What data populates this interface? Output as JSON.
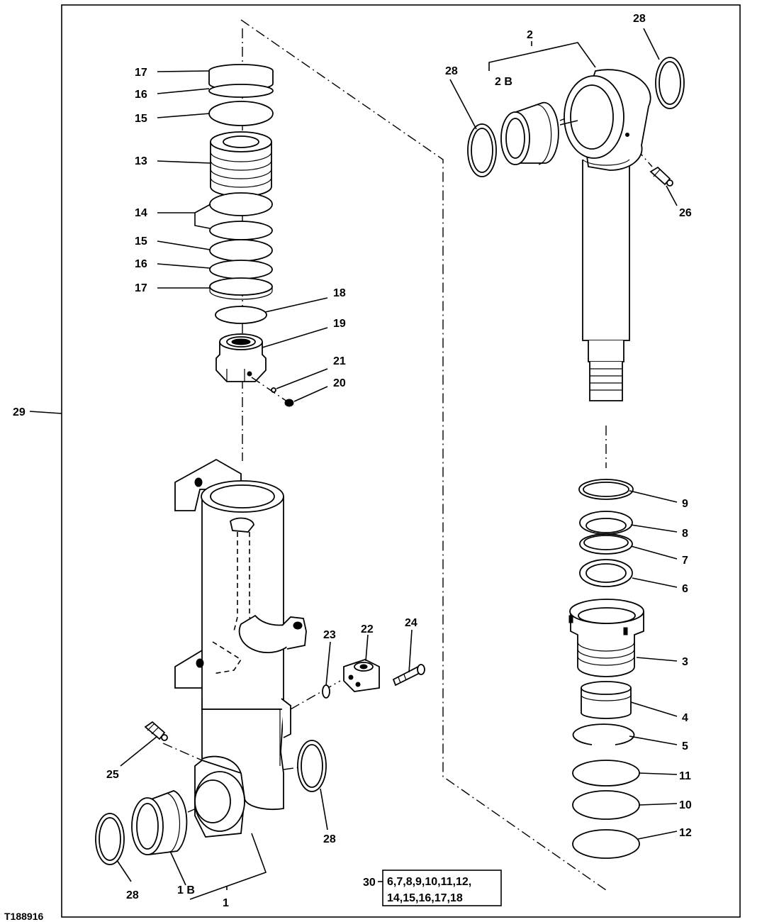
{
  "drawing_id": "T188916",
  "labels": {
    "l17a": "17",
    "l16a": "16",
    "l15a": "15",
    "l13": "13",
    "l14": "14",
    "l15b": "15",
    "l16b": "16",
    "l17b": "17",
    "l18": "18",
    "l19": "19",
    "l21": "21",
    "l20": "20",
    "l29": "29",
    "l23": "23",
    "l22": "22",
    "l24": "24",
    "l25": "25",
    "l28c": "28",
    "l28d": "28",
    "l1b": "1 B",
    "l1": "1",
    "l2": "2",
    "l2b": "2 B",
    "l28a": "28",
    "l28b": "28",
    "l26": "26",
    "l9": "9",
    "l8": "8",
    "l7": "7",
    "l6": "6",
    "l3": "3",
    "l4": "4",
    "l5": "5",
    "l11": "11",
    "l10": "10",
    "l12": "12"
  },
  "kit": {
    "number": "30",
    "line1": "6,7,8,9,10,11,12,",
    "line2": "14,15,16,17,18"
  }
}
